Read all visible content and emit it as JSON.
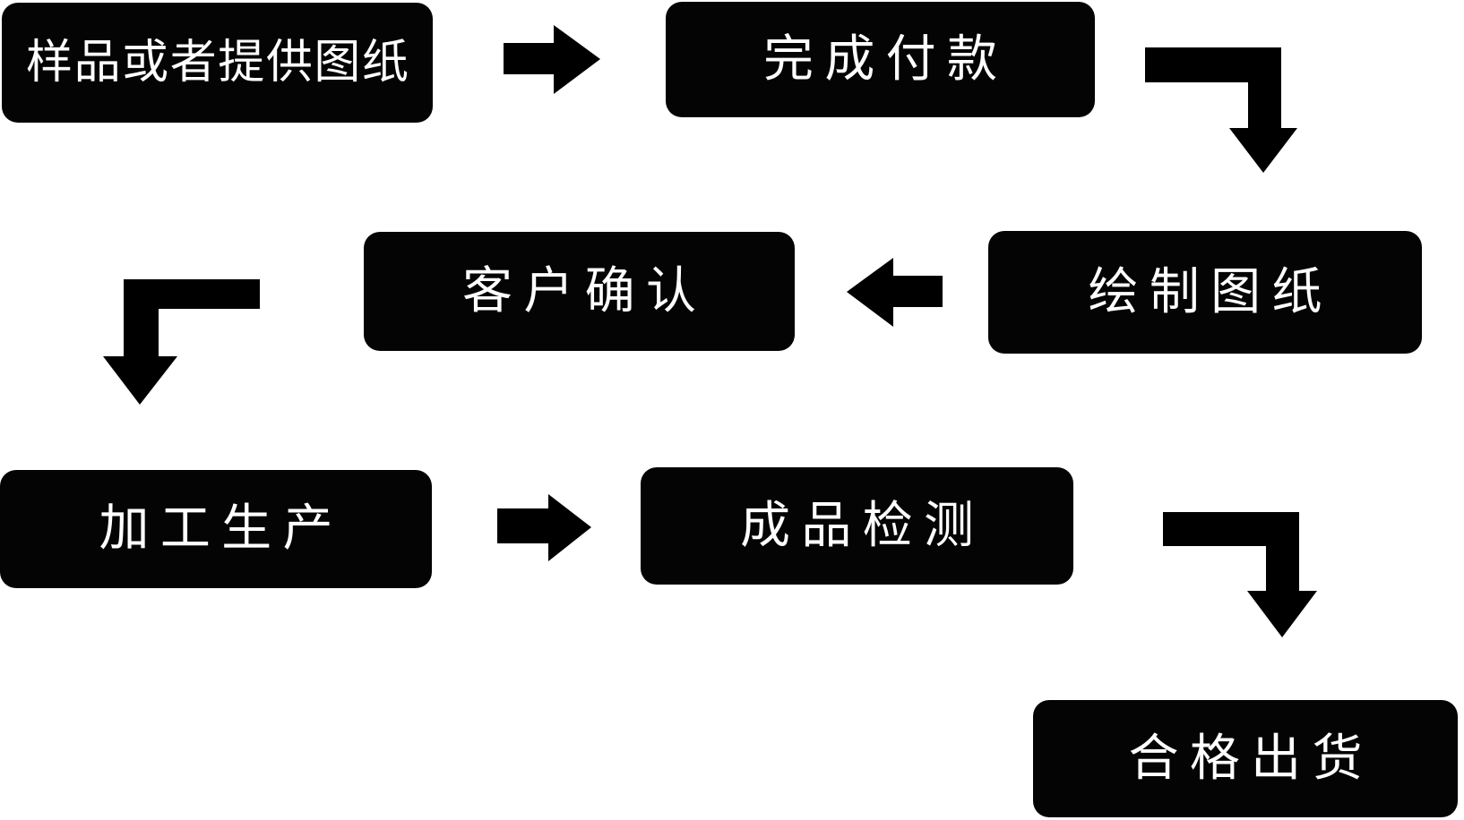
{
  "flowchart": {
    "title": "production-process-flowchart",
    "background_color": "#ffffff",
    "node_color": "#040404",
    "node_text_color": "#ffffff",
    "arrow_color": "#000000",
    "nodes": [
      {
        "id": "sample",
        "label": "样品或者提供图纸"
      },
      {
        "id": "payment",
        "label": "完成付款"
      },
      {
        "id": "drawing",
        "label": "绘制图纸"
      },
      {
        "id": "confirm",
        "label": "客户确认"
      },
      {
        "id": "production",
        "label": "加工生产"
      },
      {
        "id": "inspection",
        "label": "成品检测"
      },
      {
        "id": "shipment",
        "label": "合格出货"
      }
    ],
    "edges": [
      {
        "from": "样品或者提供图纸",
        "to": "完成付款",
        "arrow": "right"
      },
      {
        "from": "完成付款",
        "to": "绘制图纸",
        "arrow": "elbow-right-down"
      },
      {
        "from": "绘制图纸",
        "to": "客户确认",
        "arrow": "left"
      },
      {
        "from": "客户确认",
        "to": "加工生产",
        "arrow": "elbow-left-down"
      },
      {
        "from": "加工生产",
        "to": "成品检测",
        "arrow": "right"
      },
      {
        "from": "成品检测",
        "to": "合格出货",
        "arrow": "elbow-right-down"
      }
    ]
  }
}
